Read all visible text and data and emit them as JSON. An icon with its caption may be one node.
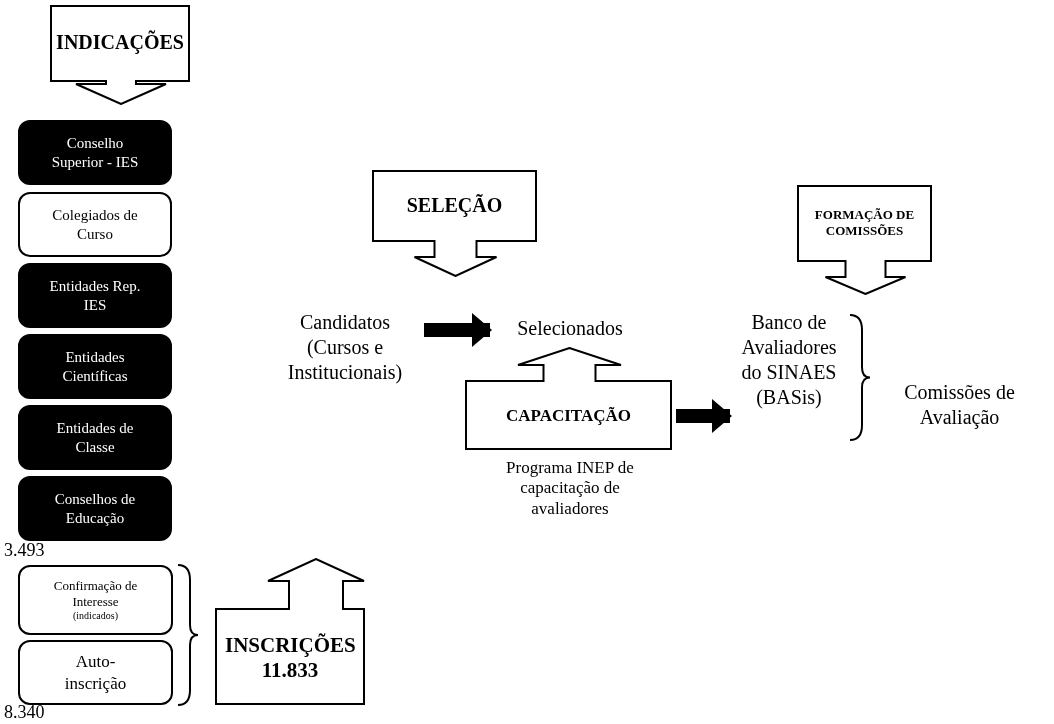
{
  "diagram": {
    "nodes": [
      {
        "text": [
          "INDICAÇÕES"
        ]
      },
      {
        "text": [
          "Conselho Superior - IES"
        ]
      },
      {
        "text": [
          "Colegiados de Curso"
        ]
      },
      {
        "text": [
          "Entidades Rep. IES"
        ]
      },
      {
        "text": [
          "Entidades Científicas"
        ]
      },
      {
        "text": [
          "Entidades de Classe"
        ]
      },
      {
        "text": [
          "Conselhos de Educação"
        ]
      },
      {
        "text": [
          "SELEÇÃO"
        ]
      },
      {
        "text": [
          "Candidatos (Cursos e Institucionais)"
        ]
      },
      {
        "text": [
          "Selecionados"
        ]
      },
      {
        "text": [
          "CAPACITAÇÃO"
        ],
        "beside": [
          "Programa INEP de capacitação de avaliadores"
        ]
      },
      {
        "text": [
          "FORMAÇÃO DE COMISSÕES"
        ]
      },
      {
        "text": [
          "Banco de Avaliadores do SINAES (BASis)"
        ]
      },
      {
        "text": [
          "Comissões de Avaliação"
        ]
      },
      {
        "text": [
          "Confirmação de Interesse",
          "(indicados)"
        ]
      },
      {
        "text": [
          "Auto-inscrição"
        ]
      },
      {
        "text": [
          "INSCRIÇÕES 11.833"
        ]
      }
    ],
    "edges": [
      {
        "from": 8,
        "to": 9,
        "arrow": "to"
      },
      {
        "from": 10,
        "to": 12,
        "arrow": "to"
      }
    ],
    "labels": [
      "3.493",
      "8.340"
    ]
  }
}
